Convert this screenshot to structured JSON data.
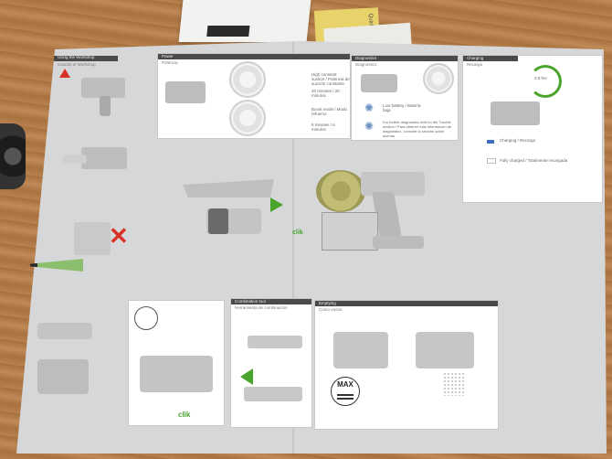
{
  "scene": {
    "guide_label": "Quick star",
    "panels": {
      "left_top": {
        "title": "Using the Workshop",
        "subtitle": "Usando el Workshop"
      },
      "filter": {
        "title": "Power",
        "subtitle": "Potencia",
        "note_a": "High constant suction / Potencia de succión constante",
        "time_a": "20 minutes / 20 minutos",
        "note_b": "Boost mode / Modo refuerzo",
        "time_b": "6 minutes / 6 minutos"
      },
      "diagnostics": {
        "title": "Diagnostics",
        "subtitle": "Diagnóstico",
        "low_battery": "Low battery / Batería baja",
        "fault": "For further diagnostics refer to the Trouble section / Para obtener más información de diagnóstico, consulte la sección sobre averías"
      },
      "charging": {
        "title": "Charging",
        "subtitle": "Recarga",
        "time": "3.5 hrs",
        "charging_label": "Charging / Recarga",
        "charged_label": "Fully charged / Totalmente recargada"
      },
      "combination": {
        "title": "Combination tool",
        "subtitle": "Herramienta de combinación"
      },
      "emptying": {
        "title": "Emptying",
        "subtitle": "Como vaciar",
        "max_label": "MAX"
      }
    },
    "clik_labels": [
      "clik",
      "clik"
    ],
    "colors": {
      "accent_green": "#49a42c",
      "warning_red": "#d83226",
      "header_grey": "#4a4a4a"
    }
  }
}
